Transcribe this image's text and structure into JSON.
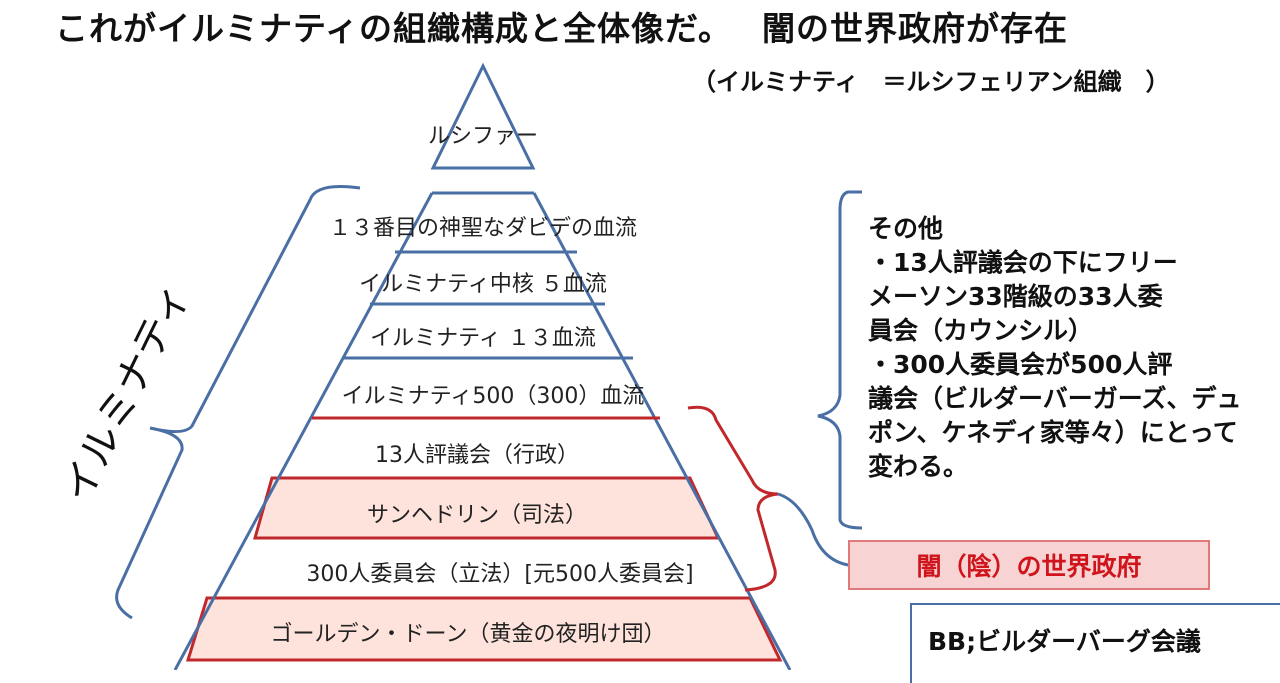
{
  "title": {
    "main": "これがイルミナティの組織構成と全体像だ。",
    "emphasis": "闇の世界政府が存在"
  },
  "subtitle": "（イルミナティ　＝ルシフェリアン組織　）",
  "pyramid": {
    "apex": "ルシファー",
    "levels": [
      "１３番目の神聖なダビデの血流",
      "イルミナティ中核 ５血流",
      "イルミナティ １３血流",
      "イルミナティ500（300）血流",
      "13人評議会（行政）",
      "サンヘドリン（司法）",
      "300人委員会（立法）[元500人委員会]",
      "ゴールデン・ドーン（黄金の夜明け団）"
    ]
  },
  "bracket_label": "イルミナティ",
  "notes": {
    "heading": "その他",
    "lines": [
      "・13人評議会の下にフリー",
      "メーソン33階級の33人委",
      "員会（カウンシル）",
      "・300人委員会が500人評",
      "議会（ビルダーバーガーズ、デュ",
      "ポン、ケネディ家等々）にとって",
      "変わる。"
    ]
  },
  "shadow_government": "闇（陰）の世界政府",
  "bb_note": "BB;ビルダーバーグ会議",
  "colors": {
    "pyramid_outline": "#4a6fa5",
    "red_line": "#c0282c",
    "highlight_fill": "#fde3dc",
    "shadow_text": "#d0141c"
  }
}
